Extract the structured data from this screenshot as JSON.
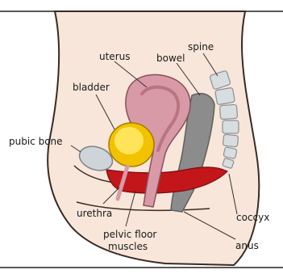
{
  "diagram": {
    "labels": {
      "uterus": "uterus",
      "bowel": "bowel",
      "spine": "spine",
      "bladder": "bladder",
      "pubic_bone": "pubic bone",
      "urethra": "urethra",
      "pelvic_floor_line1": "pelvic floor",
      "pelvic_floor_line2": "muscles",
      "coccyx": "coccyx",
      "anus": "anus"
    },
    "colors": {
      "skin": "#f7e6d9",
      "skin_outline": "#3a2a22",
      "uterus": "#d89aa6",
      "uterus_inner": "#b97482",
      "bladder": "#f2c200",
      "bladder_inner": "#ffe45a",
      "bone": "#cfd4d8",
      "bowel": "#8c8c8c",
      "muscle": "#c3161b",
      "spine": "#d8dde0"
    }
  }
}
